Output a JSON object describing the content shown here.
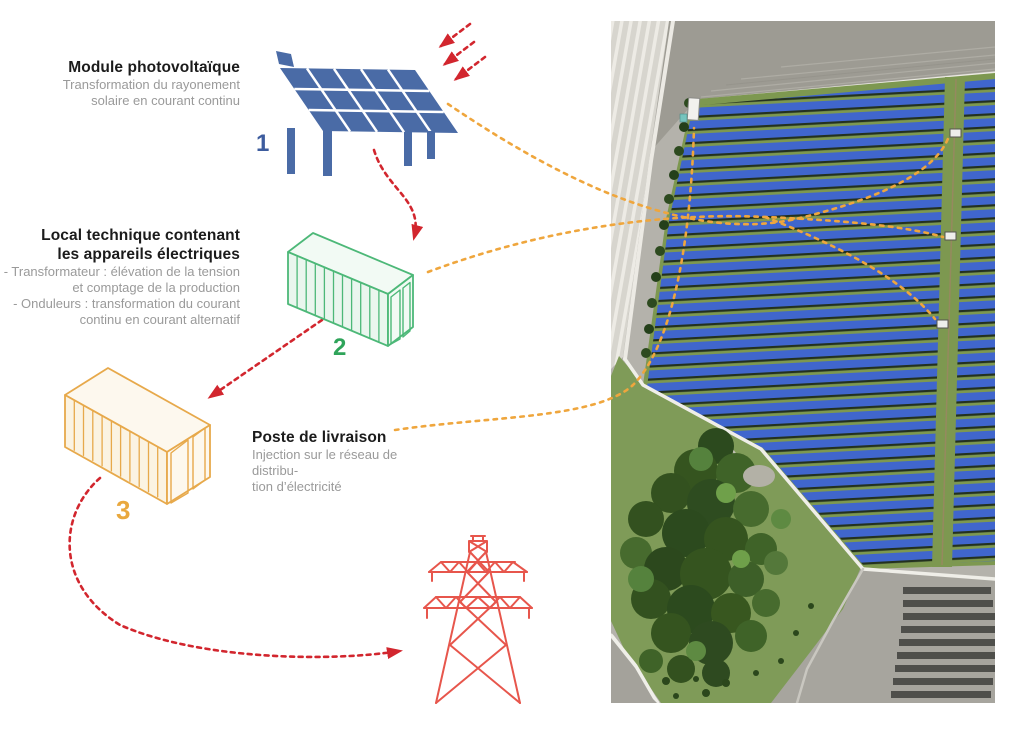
{
  "palette": {
    "arrow_red": "#d2262e",
    "pylon_red": "#e7564c",
    "link_orange": "#efa63d",
    "panel_blue": "#4a6ba6",
    "container_green": "#4db878",
    "container_orange": "#e7a94b",
    "title_color": "#1b1b1b",
    "desc_color": "#9a9a9a"
  },
  "steps": [
    {
      "number": "1",
      "title_lines": [
        "Module photovoltaïque"
      ],
      "desc_lines": [
        "Transformation du rayonement",
        "solaire en courant continu"
      ]
    },
    {
      "number": "2",
      "title_lines": [
        "Local technique contenant",
        "les appareils électriques"
      ],
      "desc_lines": [
        "- Transformateur : élévation de la tension",
        "et comptage de la production",
        "- Onduleurs : transformation du courant",
        "continu en courant alternatif"
      ]
    },
    {
      "number": "3",
      "title_lines": [
        "Poste de livraison"
      ],
      "desc_lines": [
        "Injection sur le réseau de distribu-",
        "tion d’électricité"
      ]
    }
  ],
  "icons": {
    "step1": "solar-panel-icon",
    "step2": "technical-container-icon",
    "step3": "delivery-container-icon",
    "grid": "transmission-pylon-icon"
  },
  "photo": {
    "label": "aerial-view-of-solar-farm"
  }
}
